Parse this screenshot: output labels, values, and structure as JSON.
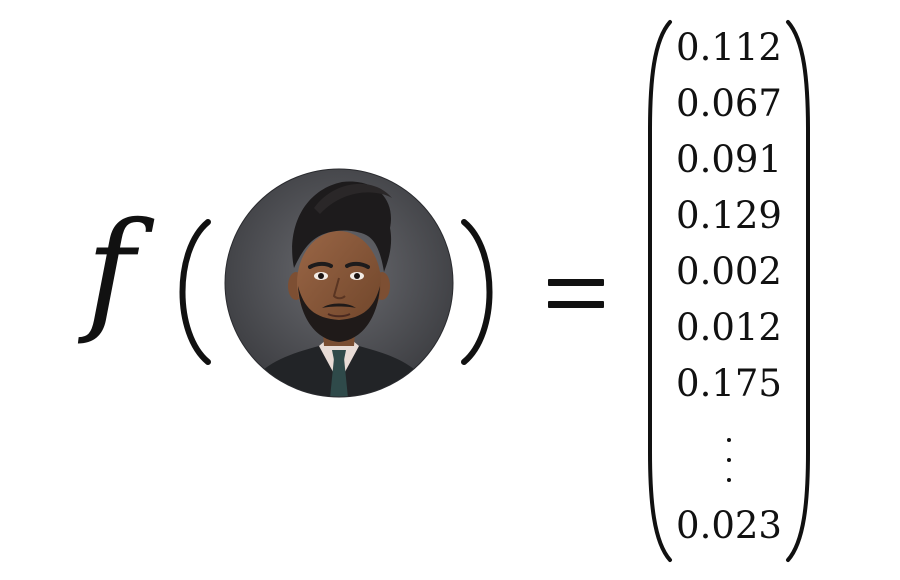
{
  "equation": {
    "function_symbol": "f",
    "input": {
      "type": "portrait-photo",
      "description_icon": "person-portrait-icon"
    },
    "equals_symbol": "=",
    "output_vector": {
      "entries": [
        "0.112",
        "0.067",
        "0.091",
        "0.129",
        "0.002",
        "0.012",
        "0.175"
      ],
      "ellipsis": "vertical-dots",
      "last_entry": "0.023"
    }
  },
  "colors": {
    "ink": "#111111",
    "background": "#ffffff",
    "photo_backdrop": "#4a4b4f",
    "skin": "#8a5a3c",
    "hair": "#1d1b1c",
    "suit": "#222427",
    "tie": "#2f4a4a"
  }
}
